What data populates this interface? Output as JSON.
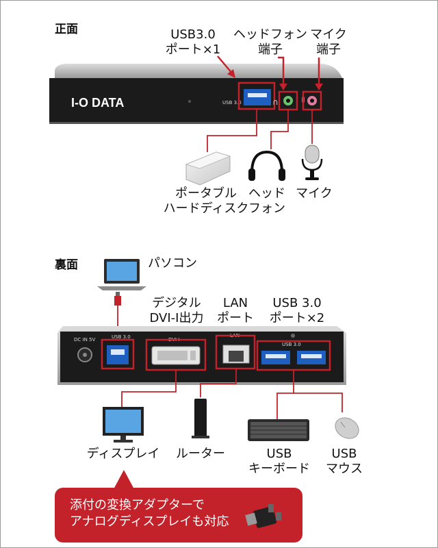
{
  "sections": {
    "front": "正面",
    "back": "裏面"
  },
  "front": {
    "brand": "I-O DATA",
    "usb_print": "USB 3.0",
    "port_labels": {
      "usb_line1": "USB3.0",
      "usb_line2": "ポート×1",
      "hp_line1": "ヘッドフォン",
      "hp_line2": "端子",
      "mic_line1": "マイク",
      "mic_line2": "端子"
    },
    "devices": {
      "hdd_line1": "ポータブル",
      "hdd_line2": "ハードディスク",
      "hp_line1": "ヘッド",
      "hp_line2": "フォン",
      "mic": "マイク"
    }
  },
  "back": {
    "pc_label": "パソコン",
    "print_dc": "DC IN 5V",
    "print_usb": "USB 3.0",
    "print_dvi": "DVI-I",
    "print_lan": "LAN",
    "print_usb2": "USB 3.0",
    "port_labels": {
      "dvi_line1": "デジタル",
      "dvi_line2": "DVI-I出力",
      "lan_line1": "LAN",
      "lan_line2": "ポート",
      "usb_line1": "USB 3.0",
      "usb_line2": "ポート×2"
    },
    "devices": {
      "display": "ディスプレイ",
      "router": "ルーター",
      "keyboard_line1": "USB",
      "keyboard_line2": "キーボード",
      "mouse_line1": "USB",
      "mouse_line2": "マウス"
    }
  },
  "callout": {
    "line1": "添付の変換アダプターで",
    "line2": "アナログディスプレイも対応"
  },
  "colors": {
    "accent": "#c3222a",
    "usb_blue": "#1f5fbf",
    "device_body": "#1b1b1b"
  }
}
